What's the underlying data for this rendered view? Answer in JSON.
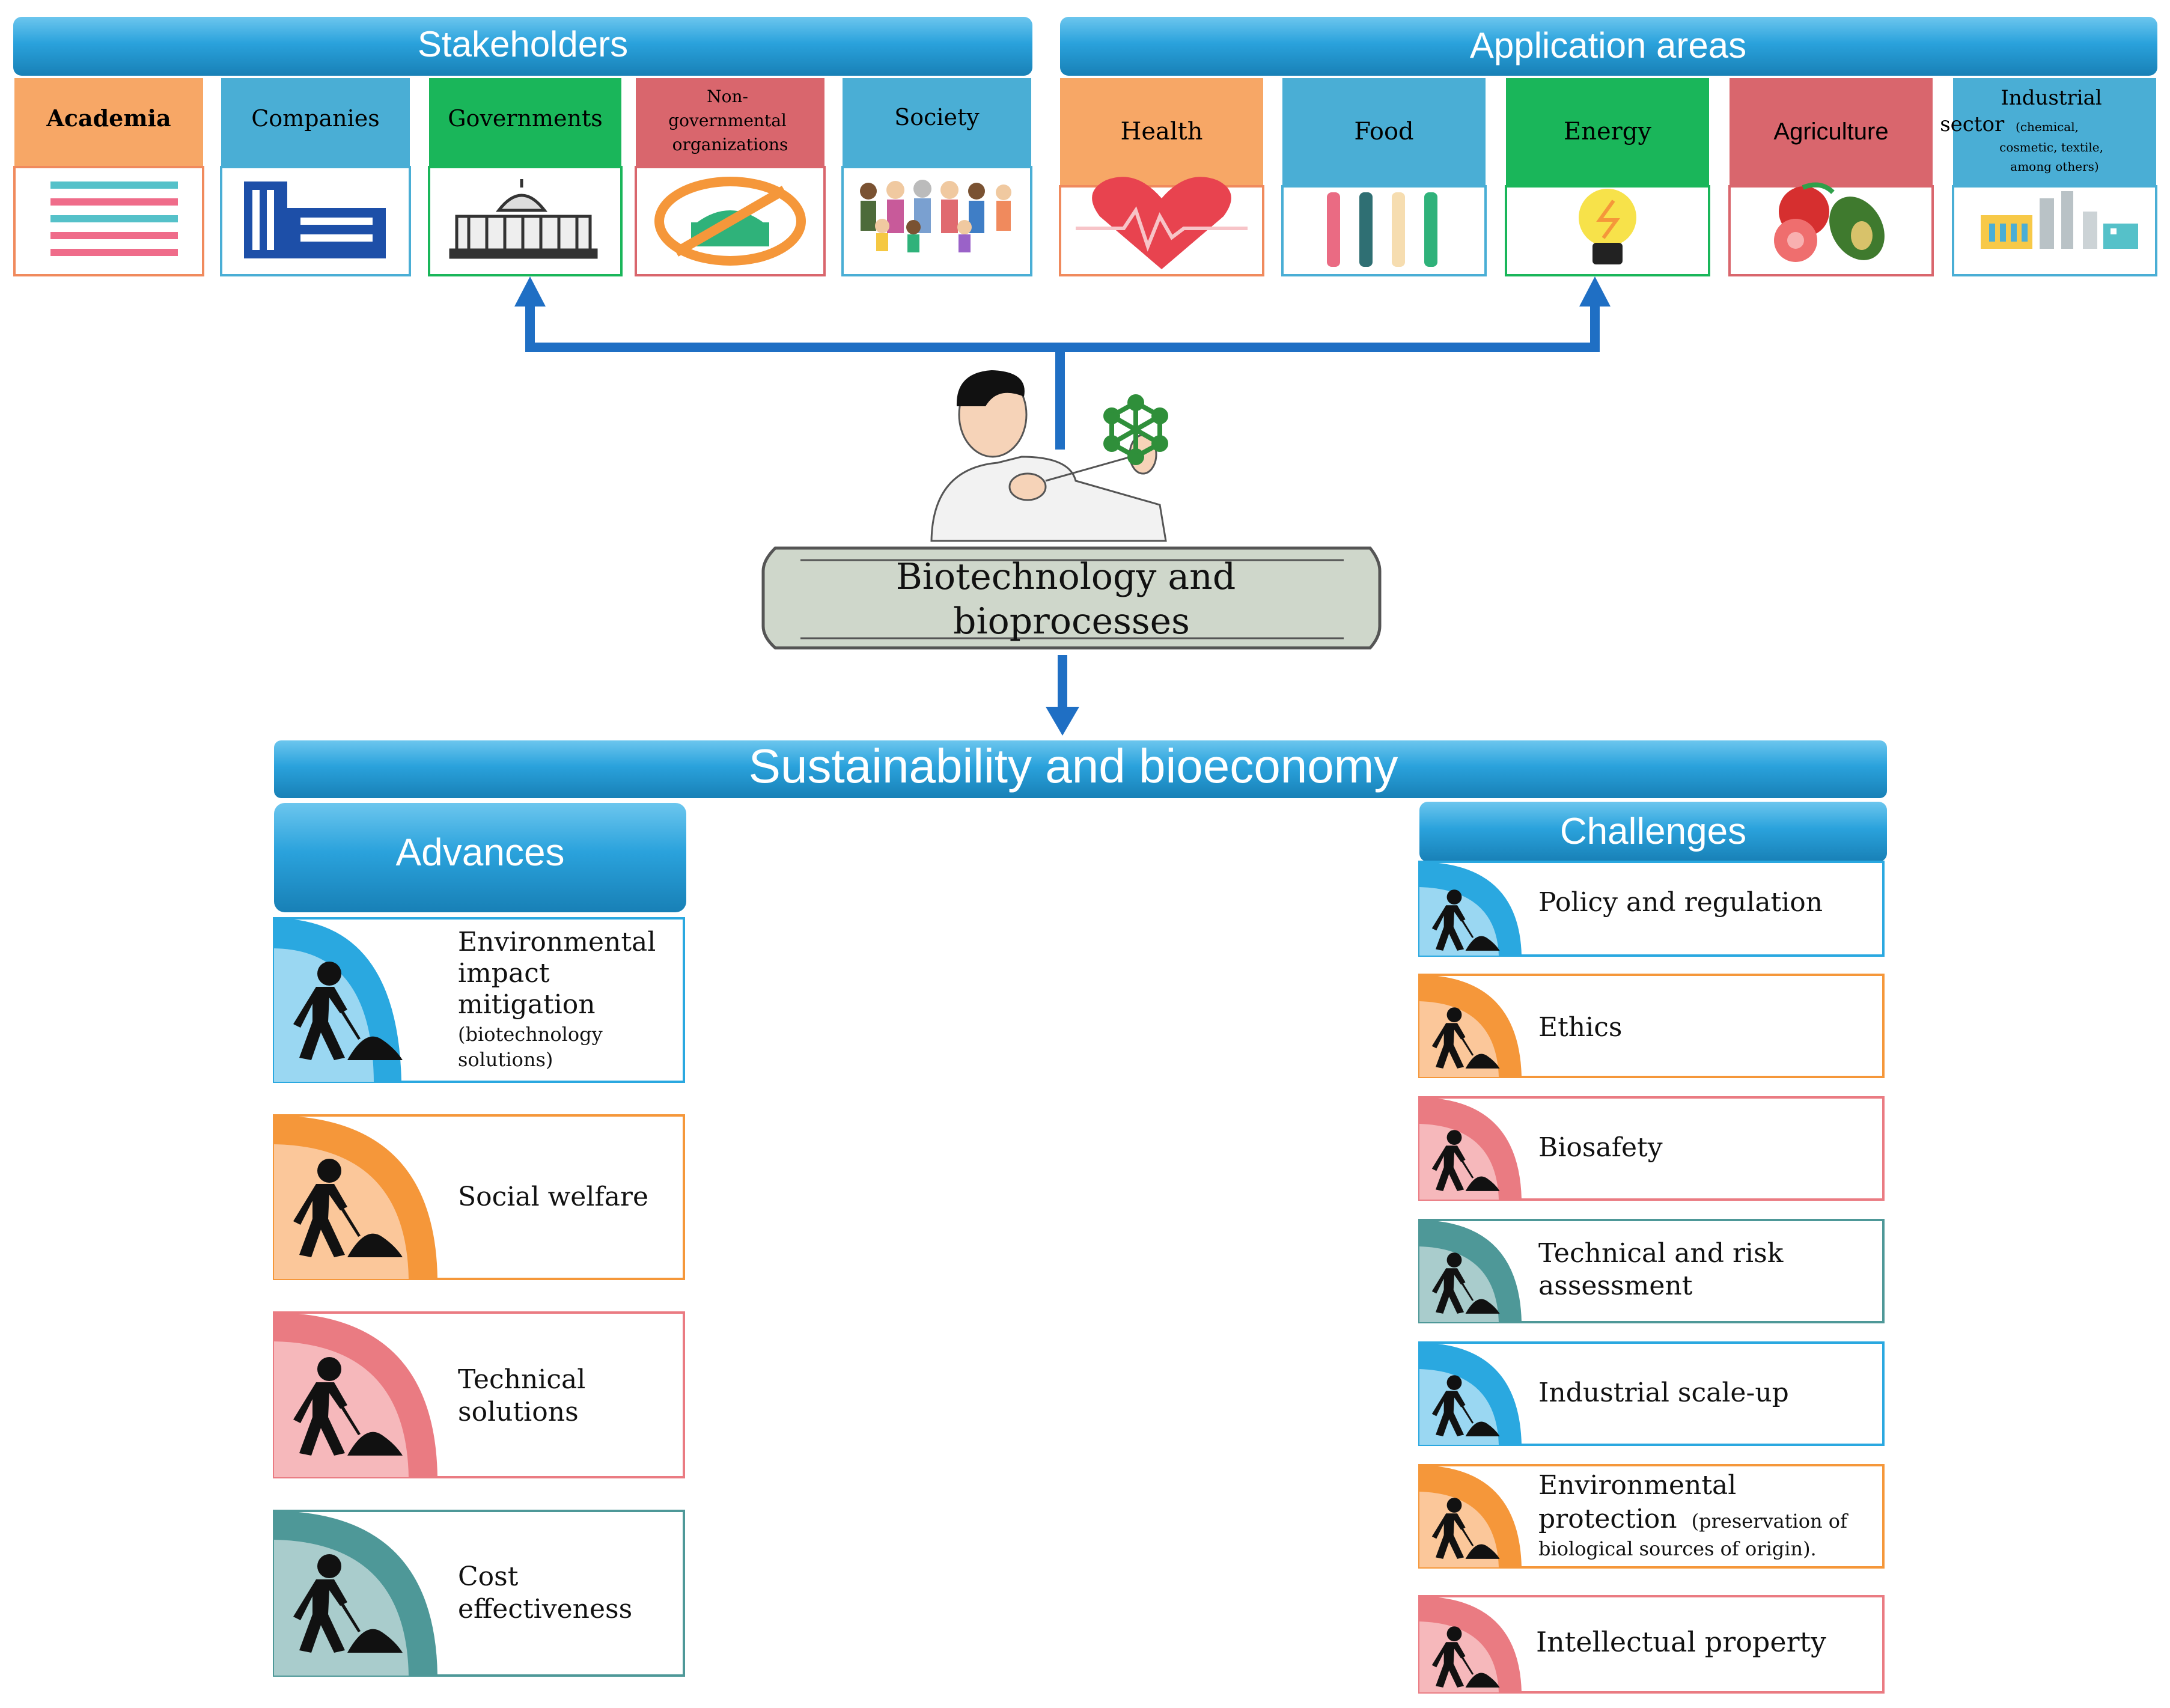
{
  "stakeholders": {
    "title": "Stakeholders",
    "items": [
      {
        "label": "Academia",
        "color": "#f7a766",
        "icon": "books-icon"
      },
      {
        "label": "Companies",
        "color": "#4aaed5",
        "icon": "company-building-icon"
      },
      {
        "label": "Governments",
        "color": "#1ab65a",
        "icon": "capitol-building-icon"
      },
      {
        "label_lines": [
          "Non-",
          "governmental",
          "organizations"
        ],
        "color": "#d9666d",
        "icon": "crossed-out-building-icon"
      },
      {
        "label": "Society",
        "color": "#4aaed5",
        "icon": "people-group-icon"
      }
    ]
  },
  "application_areas": {
    "title": "Application areas",
    "items": [
      {
        "label": "Health",
        "color": "#f7a766",
        "icon": "heart-pulse-icon"
      },
      {
        "label": "Food",
        "color": "#4aaed5",
        "icon": "cutlery-icon"
      },
      {
        "label": "Energy",
        "color": "#1ab65a",
        "icon": "lightbulb-icon"
      },
      {
        "label": "Agriculture",
        "color": "#d9666d",
        "icon": "vegetables-icon"
      },
      {
        "main_lines": [
          "Industrial",
          "sector"
        ],
        "small_lines": [
          "(chemical,",
          "cosmetic, textile,",
          "among others)"
        ],
        "color": "#4aaed5",
        "icon": "factory-icon"
      }
    ]
  },
  "center": {
    "lines": [
      "Biotechnology and",
      "bioprocesses"
    ],
    "icons": [
      "scientist-icon",
      "molecule-icon"
    ]
  },
  "bottom": {
    "title": "Sustainability and bioeconomy",
    "advances": {
      "title": "Advances",
      "items": [
        {
          "lines": [
            "Environmental",
            "impact",
            "mitigation"
          ],
          "small": [
            "(biotechnology",
            "solutions)"
          ],
          "color": "#2aa8e0",
          "light": "#9ad7f2",
          "icon": "worker-digging-icon"
        },
        {
          "lines": [
            "Social welfare"
          ],
          "small": [],
          "color": "#f5973a",
          "light": "#fbc79a",
          "icon": "worker-digging-icon"
        },
        {
          "lines": [
            "Technical",
            "solutions"
          ],
          "small": [],
          "color": "#ea7b82",
          "light": "#f6b8bb",
          "icon": "worker-digging-icon"
        },
        {
          "lines": [
            "Cost",
            "effectiveness"
          ],
          "small": [],
          "color": "#4e9898",
          "light": "#a9cccc",
          "icon": "worker-digging-icon"
        }
      ]
    },
    "challenges": {
      "title": "Challenges",
      "items": [
        {
          "lines": [
            "Policy and regulation"
          ],
          "small": [],
          "color": "#2aa8e0",
          "light": "#9ad7f2",
          "icon": "worker-digging-icon"
        },
        {
          "lines": [
            "Ethics"
          ],
          "small": [],
          "color": "#f5973a",
          "light": "#fbc79a",
          "icon": "worker-digging-icon"
        },
        {
          "lines": [
            "Biosafety"
          ],
          "small": [],
          "color": "#ea7b82",
          "light": "#f6b8bb",
          "icon": "worker-digging-icon"
        },
        {
          "lines": [
            "Technical and risk",
            "assessment"
          ],
          "small": [],
          "color": "#4e9898",
          "light": "#a9cccc",
          "icon": "worker-digging-icon"
        },
        {
          "lines": [
            "Industrial scale-up"
          ],
          "small": [],
          "color": "#2aa8e0",
          "light": "#9ad7f2",
          "icon": "worker-digging-icon"
        },
        {
          "lines": [
            "Environmental"
          ],
          "inline": {
            "text": "protection",
            "small": "(preservation of"
          },
          "small": [
            "biological sources of origin)."
          ],
          "color": "#f5973a",
          "light": "#fbc79a",
          "icon": "worker-digging-icon"
        },
        {
          "lines": [
            "Intellectual property"
          ],
          "small": [],
          "color": "#ea7b82",
          "light": "#f6b8bb",
          "icon": "worker-digging-icon"
        }
      ]
    }
  },
  "colors": {
    "banner": "#1f8fc4",
    "arrow": "#1f6fc4",
    "card_border": "#f08a5d",
    "center_fill": "#cfd7cb"
  }
}
